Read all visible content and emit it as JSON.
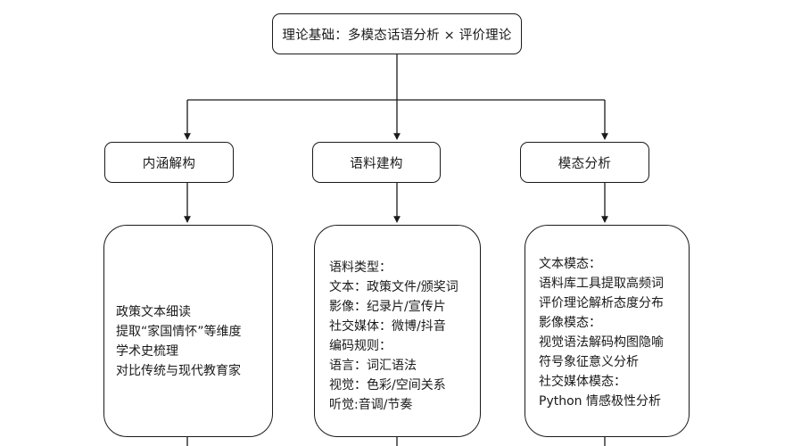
{
  "diagram": {
    "type": "flowchart",
    "orientation": "top-down",
    "background_color": "#ffffff",
    "line_color": "#1a1a1a",
    "root": {
      "id": "theoretical-foundation",
      "label": "理论基础：多模态话语分析 × 评价理论"
    },
    "columns": [
      {
        "id": "connotation-deconstruction",
        "stage_label": "内涵解构",
        "detail_lines": [
          "政策文本细读",
          "提取“家国情怀”等维度",
          "学术史梳理",
          "对比传统与现代教育家"
        ]
      },
      {
        "id": "corpus-construction",
        "stage_label": "语料建构",
        "detail_lines": [
          "语料类型：",
          "文本：政策文件/颁奖词",
          "影像：纪录片/宣传片",
          "社交媒体：微博/抖音",
          "编码规则：",
          "语言：词汇语法",
          "视觉：色彩/空间关系",
          "听觉:音调/节奏"
        ]
      },
      {
        "id": "modality-analysis",
        "stage_label": "模态分析",
        "detail_lines": [
          "文本模态：",
          "语料库工具提取高频词",
          "评价理论解析态度分布",
          "影像模态：",
          "视觉语法解码构图隐喻",
          "符号象征意义分析",
          "社交媒体模态：",
          "Python 情感极性分析"
        ]
      }
    ]
  }
}
